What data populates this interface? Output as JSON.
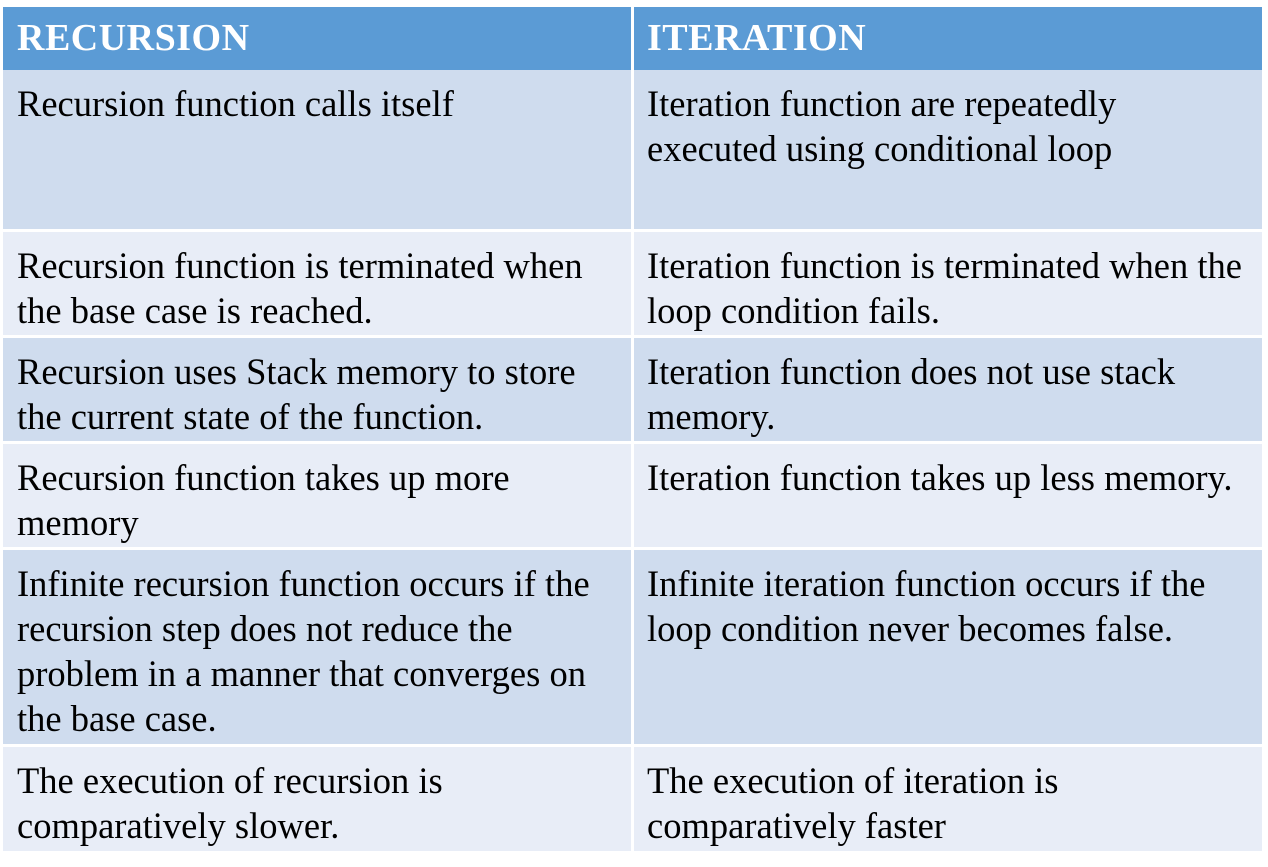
{
  "header": {
    "col1": "RECURSION",
    "col2": "ITERATION"
  },
  "rows": [
    {
      "recursion": "Recursion function calls itself",
      "iteration": "Iteration function are repeatedly executed using conditional loop"
    },
    {
      "recursion": "Recursion function is terminated when the base case is reached.",
      "iteration": "Iteration function is terminated when the loop condition fails."
    },
    {
      "recursion": "Recursion uses Stack memory to store the current state of the function.",
      "iteration": "Iteration function does not use stack memory."
    },
    {
      "recursion": "Recursion function takes up more memory",
      "iteration": "Iteration function takes up less memory."
    },
    {
      "recursion": "Infinite recursion function occurs if the recursion step does not reduce the problem in a manner that converges on the base case.",
      "iteration": "Infinite iteration function occurs if the loop condition never becomes false."
    },
    {
      "recursion": "The execution of recursion is comparatively slower.",
      "iteration": "The execution of iteration is comparatively faster"
    }
  ],
  "colors": {
    "header_bg": "#5b9bd5",
    "row_odd_bg": "#cfdcee",
    "row_even_bg": "#e8edf7"
  }
}
